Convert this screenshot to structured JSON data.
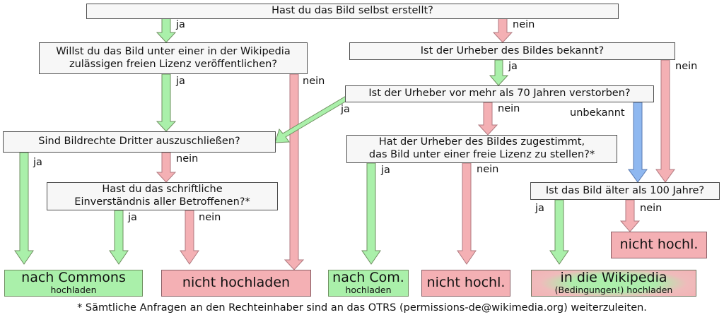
{
  "diagram": {
    "title_text": "Hast du das Bild selbst erstellt?",
    "footnote": "* Sämtliche Anfragen an den Rechteinhaber sind an das OTRS (permissions-de@wikimedia.org) weiterzuleiten."
  },
  "colors": {
    "yes_green": "#aaf0aa",
    "no_red": "#f4b0b4",
    "unknown_blue": "#8fb8f0",
    "box_fill": "#f7f7f7",
    "box_border": "#4d4d4d",
    "text": "#111111",
    "background": "#ffffff"
  },
  "nodes": [
    {
      "id": "q_self_created",
      "text": "Hast du das Bild selbst erstellt?"
    },
    {
      "id": "q_free_license",
      "text": "Willst du das Bild unter einer in der Wikipedia\nzulässigen freien Lizenz veröffentlichen?"
    },
    {
      "id": "q_author_known",
      "text": "Ist der Urheber des Bildes bekannt?"
    },
    {
      "id": "q_author_70y",
      "text": "Ist der Urheber vor mehr als 70 Jahren verstorben?"
    },
    {
      "id": "q_third_party",
      "text": "Sind Bildrechte Dritter auszuschließen?"
    },
    {
      "id": "q_author_consent",
      "text": "Hat der Urheber des Bildes zugestimmt,\ndas Bild unter einer freie Lizenz zu stellen?*"
    },
    {
      "id": "q_written_consent",
      "text": "Hast du das schriftliche\nEinverständnis aller Betroffenen?*"
    },
    {
      "id": "q_older_100y",
      "text": "Ist das Bild älter als 100 Jahre?"
    }
  ],
  "terminals": [
    {
      "id": "t_commons_full",
      "kind": "green",
      "big": "nach Commons",
      "small": "hochladen"
    },
    {
      "id": "t_no_upload_1",
      "kind": "red",
      "big": "nicht hochladen",
      "small": ""
    },
    {
      "id": "t_commons_abbr",
      "kind": "green",
      "big": "nach Com.",
      "small": "hochladen"
    },
    {
      "id": "t_no_upload_2",
      "kind": "red",
      "big": "nicht hochl.",
      "small": ""
    },
    {
      "id": "t_no_upload_3",
      "kind": "red",
      "big": "nicht hochl.",
      "small": ""
    },
    {
      "id": "t_wikipedia",
      "kind": "mixed",
      "big": "in die Wikipedia",
      "small": "(Bedingungen!) hochladen"
    }
  ],
  "edge_labels": {
    "self_created_yes": "ja",
    "self_created_no": "nein",
    "free_license_yes": "ja",
    "free_license_no": "nein",
    "author_known_yes": "ja",
    "author_known_no": "nein",
    "author_70y_yes": "ja",
    "author_70y_no": "nein",
    "author_70y_unknown": "unbekannt",
    "third_party_yes": "ja",
    "third_party_no": "nein",
    "author_consent_yes": "ja",
    "author_consent_no": "nein",
    "written_consent_yes": "ja",
    "written_consent_no": "nein",
    "older_100y_yes": "ja",
    "older_100y_no": "nein"
  }
}
